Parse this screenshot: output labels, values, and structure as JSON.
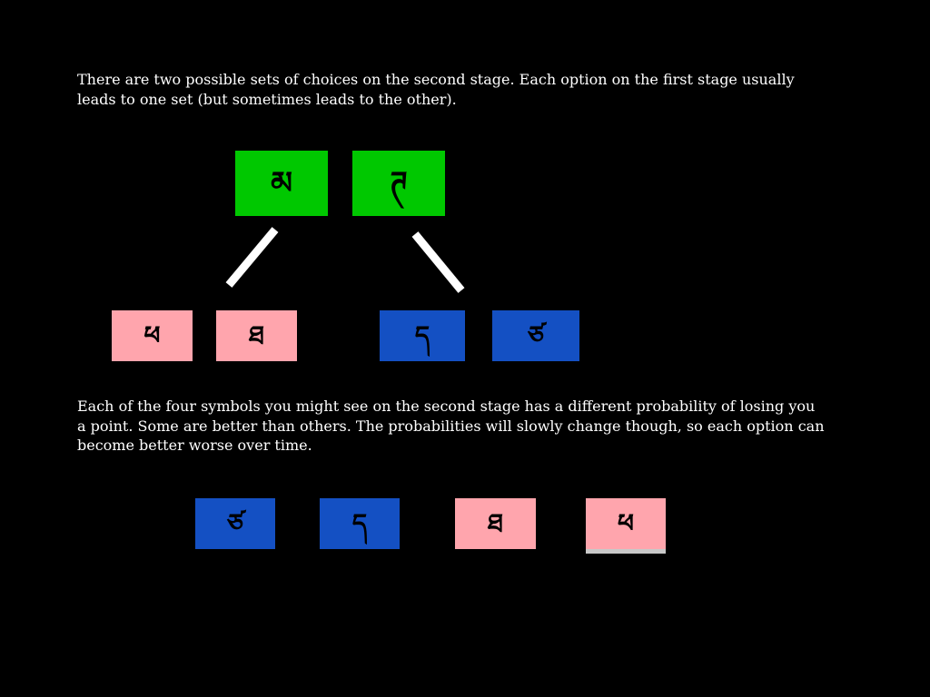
{
  "instructions": {
    "intro_lines": [
      "There are two possible sets of choices on the second stage. Each option on the first stage usually",
      "leads to one set (but sometimes leads to the other)."
    ],
    "probability_lines": [
      "Each of the four symbols you might see on the second stage has a different probability of losing you",
      "a point.  Some are better than others. The probabilities will slowly change though, so each option can",
      "become better worse over time."
    ]
  },
  "colors": {
    "background": "#000000",
    "text": "#ffffff",
    "stage1": "#00c800",
    "set_a": "#ffa5ad",
    "set_b": "#1450c3",
    "connector": "#ffffff"
  },
  "stage1": {
    "options": [
      {
        "symbol": "མ",
        "icon": "tibetan-ma-symbol"
      },
      {
        "symbol": "ཊ",
        "icon": "tibetan-tta-symbol"
      }
    ]
  },
  "stage2": {
    "set_a": [
      {
        "symbol": "ཕ",
        "icon": "tibetan-pha-symbol"
      },
      {
        "symbol": "ཐ",
        "icon": "tibetan-tha-symbol"
      }
    ],
    "set_b": [
      {
        "symbol": "ད",
        "icon": "tibetan-da-symbol"
      },
      {
        "symbol": "ཙ",
        "icon": "tibetan-tsa-symbol"
      }
    ]
  },
  "symbols_row": [
    {
      "symbol": "ཙ",
      "icon": "tibetan-tsa-symbol",
      "set": "set_b"
    },
    {
      "symbol": "ད",
      "icon": "tibetan-da-symbol",
      "set": "set_b"
    },
    {
      "symbol": "ཐ",
      "icon": "tibetan-tha-symbol",
      "set": "set_a"
    },
    {
      "symbol": "ཕ",
      "icon": "tibetan-pha-symbol",
      "set": "set_a"
    }
  ]
}
